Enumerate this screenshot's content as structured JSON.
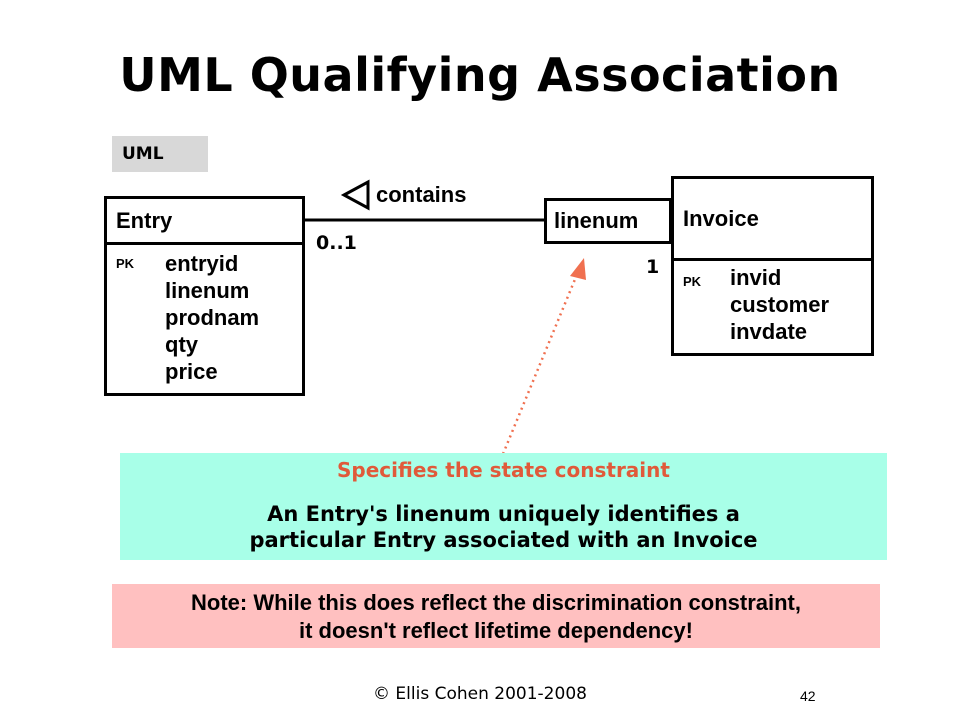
{
  "title": "UML Qualifying Association",
  "tag": "UML",
  "entry": {
    "name": "Entry",
    "pk_label": "PK",
    "attributes": [
      "entryid",
      "linenum",
      "prodnam",
      "qty",
      "price"
    ]
  },
  "qualifier": "linenum",
  "invoice": {
    "name": "Invoice",
    "pk_label": "PK",
    "attributes": [
      "invid",
      "customer",
      "invdate"
    ]
  },
  "association": {
    "name": "contains",
    "entry_multiplicity": "0..1",
    "invoice_multiplicity": "1"
  },
  "colors": {
    "constraint_bg": "#a8ffe8",
    "constraint_heading": "#e05a3a",
    "note_bg": "#ffc0c0",
    "pointer": "#f07050"
  },
  "constraint": {
    "heading": "Specifies the state constraint",
    "line1": "An Entry's linenum uniquely identifies a",
    "line2": "particular Entry associated with an Invoice"
  },
  "note": {
    "line1": "Note: While this does reflect the discrimination constraint,",
    "line2": "it doesn't reflect lifetime dependency!"
  },
  "footer": {
    "copyright": "© Ellis Cohen 2001-2008",
    "page_number": "42"
  }
}
